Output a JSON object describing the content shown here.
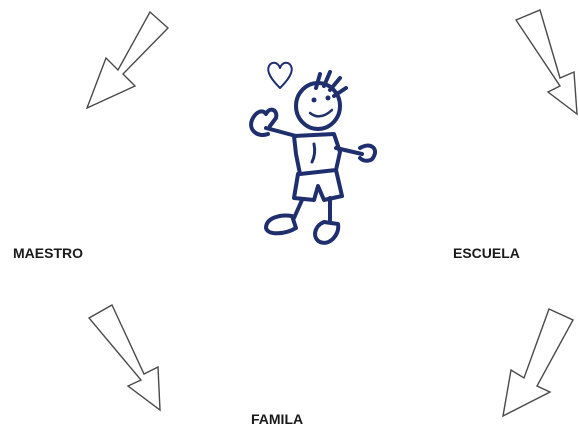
{
  "labels": {
    "teacher": "MAESTRO",
    "school": "ESCUELA",
    "family": "FAMILA"
  },
  "figure": {
    "icon": "child-stick-figure-with-heart-icon",
    "stroke_color": "#1f2f6e"
  },
  "arrows": {
    "icon": "outline-arrow-icon",
    "stroke_color": "#4a4a4a",
    "count": 4
  }
}
